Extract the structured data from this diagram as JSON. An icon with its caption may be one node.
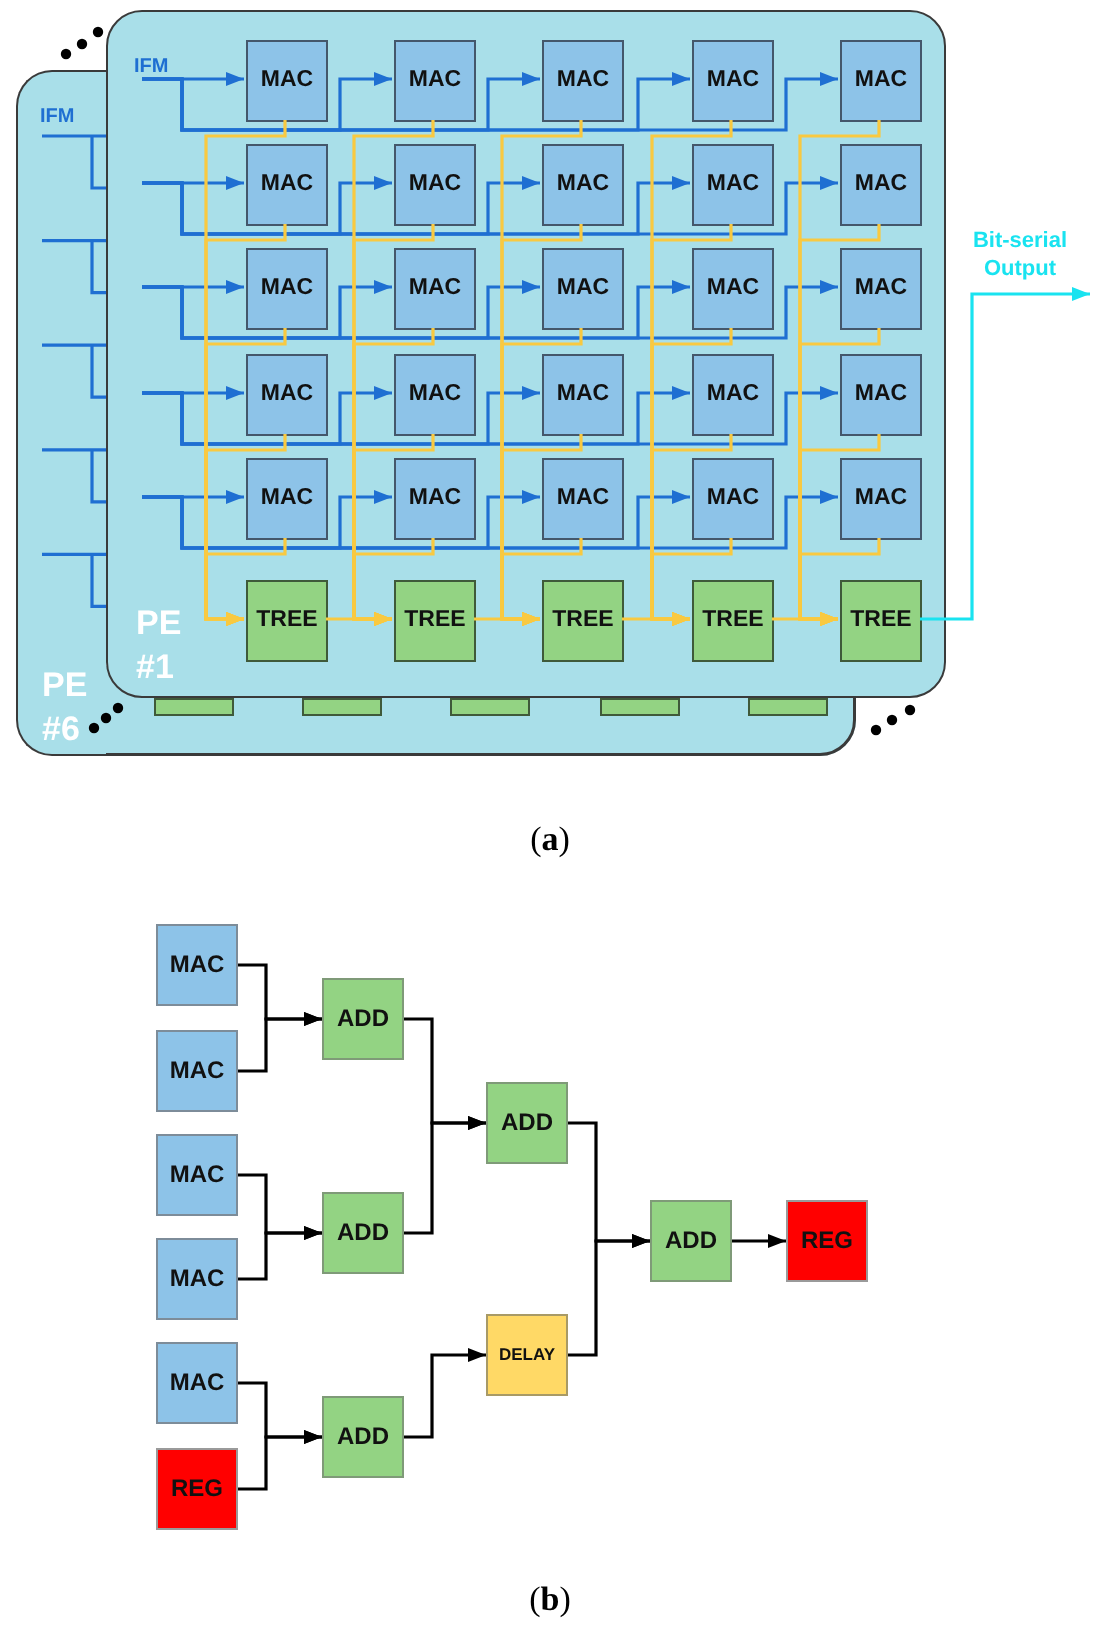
{
  "diagram": {
    "nodes": [
      {
        "text": [
          "PE #6"
        ]
      },
      {
        "text": [
          "PE #1"
        ]
      },
      {
        "text": [
          "MAC"
        ],
        "in": 1
      },
      {
        "text": [
          "MAC"
        ],
        "in": 1
      },
      {
        "text": [
          "MAC"
        ],
        "in": 1
      },
      {
        "text": [
          "MAC"
        ],
        "in": 1
      },
      {
        "text": [
          "MAC"
        ],
        "in": 1
      },
      {
        "text": [
          "MAC"
        ],
        "in": 1
      },
      {
        "text": [
          "MAC"
        ],
        "in": 1
      },
      {
        "text": [
          "MAC"
        ],
        "in": 1
      },
      {
        "text": [
          "MAC"
        ],
        "in": 1
      },
      {
        "text": [
          "MAC"
        ],
        "in": 1
      },
      {
        "text": [
          "MAC"
        ],
        "in": 1
      },
      {
        "text": [
          "MAC"
        ],
        "in": 1
      },
      {
        "text": [
          "MAC"
        ],
        "in": 1
      },
      {
        "text": [
          "MAC"
        ],
        "in": 1
      },
      {
        "text": [
          "MAC"
        ],
        "in": 1
      },
      {
        "text": [
          "MAC"
        ],
        "in": 1
      },
      {
        "text": [
          "MAC"
        ],
        "in": 1
      },
      {
        "text": [
          "MAC"
        ],
        "in": 1
      },
      {
        "text": [
          "MAC"
        ],
        "in": 1
      },
      {
        "text": [
          "MAC"
        ],
        "in": 1
      },
      {
        "text": [
          "MAC"
        ],
        "in": 1
      },
      {
        "text": [
          "MAC"
        ],
        "in": 1
      },
      {
        "text": [
          "MAC"
        ],
        "in": 1
      },
      {
        "text": [
          "MAC"
        ],
        "in": 1
      },
      {
        "text": [
          "MAC"
        ],
        "in": 1
      },
      {
        "text": [
          "TREE"
        ],
        "in": 1
      },
      {
        "text": [
          "TREE"
        ],
        "in": 1
      },
      {
        "text": [
          "TREE"
        ],
        "in": 1
      },
      {
        "text": [
          "TREE"
        ],
        "in": 1
      },
      {
        "text": [
          "TREE"
        ],
        "in": 1
      },
      {
        "text": [],
        "shape": "box"
      },
      {
        "text": [],
        "shape": "box"
      },
      {
        "text": [],
        "shape": "box"
      },
      {
        "text": [],
        "shape": "box"
      },
      {
        "text": [],
        "shape": "box"
      },
      {
        "text": [
          "MAC"
        ]
      },
      {
        "text": [
          "MAC"
        ]
      },
      {
        "text": [
          "MAC"
        ]
      },
      {
        "text": [
          "MAC"
        ]
      },
      {
        "text": [
          "MAC"
        ]
      },
      {
        "text": [
          "REG"
        ]
      },
      {
        "text": [
          "ADD"
        ]
      },
      {
        "text": [
          "ADD"
        ]
      },
      {
        "text": [
          "ADD"
        ]
      },
      {
        "text": [
          "ADD"
        ]
      },
      {
        "text": [
          "DELAY"
        ]
      },
      {
        "text": [
          "ADD"
        ]
      },
      {
        "text": [
          "REG"
        ]
      },
      {
        "text": [
          "IFM"
        ],
        "in": 1
      }
    ],
    "edges": [
      {
        "from": 50,
        "to": 2,
        "arrow": "to",
        "color": "#1f6fd2"
      },
      {
        "from": 50,
        "to": 3,
        "arrow": "to",
        "color": "#1f6fd2"
      },
      {
        "from": 50,
        "to": 4,
        "arrow": "to",
        "color": "#1f6fd2"
      },
      {
        "from": 50,
        "to": 5,
        "arrow": "to",
        "color": "#1f6fd2"
      },
      {
        "from": 50,
        "to": 6,
        "arrow": "to",
        "color": "#1f6fd2"
      },
      {
        "from": null,
        "to": 7,
        "arrow": "to",
        "color": "#1f6fd2"
      },
      {
        "from": null,
        "to": 8,
        "arrow": "to",
        "color": "#1f6fd2"
      },
      {
        "from": null,
        "to": 9,
        "arrow": "to",
        "color": "#1f6fd2"
      },
      {
        "from": null,
        "to": 10,
        "arrow": "to",
        "color": "#1f6fd2"
      },
      {
        "from": null,
        "to": 11,
        "arrow": "to",
        "color": "#1f6fd2"
      },
      {
        "from": null,
        "to": 12,
        "arrow": "to",
        "color": "#1f6fd2"
      },
      {
        "from": null,
        "to": 13,
        "arrow": "to",
        "color": "#1f6fd2"
      },
      {
        "from": null,
        "to": 14,
        "arrow": "to",
        "color": "#1f6fd2"
      },
      {
        "from": null,
        "to": 15,
        "arrow": "to",
        "color": "#1f6fd2"
      },
      {
        "from": null,
        "to": 16,
        "arrow": "to",
        "color": "#1f6fd2"
      },
      {
        "from": null,
        "to": 17,
        "arrow": "to",
        "color": "#1f6fd2"
      },
      {
        "from": null,
        "to": 18,
        "arrow": "to",
        "color": "#1f6fd2"
      },
      {
        "from": null,
        "to": 19,
        "arrow": "to",
        "color": "#1f6fd2"
      },
      {
        "from": null,
        "to": 20,
        "arrow": "to",
        "color": "#1f6fd2"
      },
      {
        "from": null,
        "to": 21,
        "arrow": "to",
        "color": "#1f6fd2"
      },
      {
        "from": null,
        "to": 22,
        "arrow": "to",
        "color": "#1f6fd2"
      },
      {
        "from": null,
        "to": 23,
        "arrow": "to",
        "color": "#1f6fd2"
      },
      {
        "from": null,
        "to": 24,
        "arrow": "to",
        "color": "#1f6fd2"
      },
      {
        "from": null,
        "to": 25,
        "arrow": "to",
        "color": "#1f6fd2"
      },
      {
        "from": null,
        "to": 26,
        "arrow": "to",
        "color": "#1f6fd2"
      },
      {
        "from": 2,
        "to": 27,
        "arrow": "to",
        "color": "#f9c940"
      },
      {
        "from": 3,
        "to": 28,
        "arrow": "to",
        "color": "#f9c940"
      },
      {
        "from": 4,
        "to": 29,
        "arrow": "to",
        "color": "#f9c940"
      },
      {
        "from": 5,
        "to": 30,
        "arrow": "to",
        "color": "#f9c940"
      },
      {
        "from": 6,
        "to": 31,
        "arrow": "to",
        "color": "#f9c940"
      },
      {
        "from": 7,
        "to": 27,
        "arrow": "to",
        "color": "#f9c940"
      },
      {
        "from": 8,
        "to": 28,
        "arrow": "to",
        "color": "#f9c940"
      },
      {
        "from": 9,
        "to": 29,
        "arrow": "to",
        "color": "#f9c940"
      },
      {
        "from": 10,
        "to": 30,
        "arrow": "to",
        "color": "#f9c940"
      },
      {
        "from": 11,
        "to": 31,
        "arrow": "to",
        "color": "#f9c940"
      },
      {
        "from": 12,
        "to": 27,
        "arrow": "to",
        "color": "#f9c940"
      },
      {
        "from": 13,
        "to": 28,
        "arrow": "to",
        "color": "#f9c940"
      },
      {
        "from": 14,
        "to": 29,
        "arrow": "to",
        "color": "#f9c940"
      },
      {
        "from": 15,
        "to": 30,
        "arrow": "to",
        "color": "#f9c940"
      },
      {
        "from": 16,
        "to": 31,
        "arrow": "to",
        "color": "#f9c940"
      },
      {
        "from": 17,
        "to": 27,
        "arrow": "to",
        "color": "#f9c940"
      },
      {
        "from": 18,
        "to": 28,
        "arrow": "to",
        "color": "#f9c940"
      },
      {
        "from": 19,
        "to": 29,
        "arrow": "to",
        "color": "#f9c940"
      },
      {
        "from": 20,
        "to": 30,
        "arrow": "to",
        "color": "#f9c940"
      },
      {
        "from": 21,
        "to": 31,
        "arrow": "to",
        "color": "#f9c940"
      },
      {
        "from": 22,
        "to": 27,
        "arrow": "to",
        "color": "#f9c940"
      },
      {
        "from": 23,
        "to": 28,
        "arrow": "to",
        "color": "#f9c940"
      },
      {
        "from": 24,
        "to": 29,
        "arrow": "to",
        "color": "#f9c940"
      },
      {
        "from": 25,
        "to": 30,
        "arrow": "to",
        "color": "#f9c940"
      },
      {
        "from": 26,
        "to": 31,
        "arrow": "to",
        "color": "#f9c940"
      },
      {
        "from": 27,
        "to": 28,
        "arrow": "to",
        "color": "#f9c940"
      },
      {
        "from": 28,
        "to": 29,
        "arrow": "to",
        "color": "#f9c940"
      },
      {
        "from": 29,
        "to": 30,
        "arrow": "to",
        "color": "#f9c940"
      },
      {
        "from": 30,
        "to": 31,
        "arrow": "to",
        "color": "#f9c940"
      },
      {
        "from": 31,
        "to": null,
        "arrow": "to",
        "label": "Bit-serial Output",
        "color": "#19e3f0"
      },
      {
        "from": 37,
        "to": 43,
        "arrow": "to",
        "color": "#000000"
      },
      {
        "from": 38,
        "to": 43,
        "arrow": "to",
        "color": "#000000"
      },
      {
        "from": 39,
        "to": 44,
        "arrow": "to",
        "color": "#000000"
      },
      {
        "from": 40,
        "to": 44,
        "arrow": "to",
        "color": "#000000"
      },
      {
        "from": 41,
        "to": 45,
        "arrow": "to",
        "color": "#000000"
      },
      {
        "from": 42,
        "to": 45,
        "arrow": "to",
        "color": "#000000"
      },
      {
        "from": 43,
        "to": 46,
        "arrow": "to",
        "color": "#000000"
      },
      {
        "from": 44,
        "to": 46,
        "arrow": "to",
        "color": "#000000"
      },
      {
        "from": 45,
        "to": 47,
        "arrow": "to",
        "color": "#000000"
      },
      {
        "from": 46,
        "to": 48,
        "arrow": "to",
        "color": "#000000"
      },
      {
        "from": 47,
        "to": 48,
        "arrow": "to",
        "color": "#000000"
      },
      {
        "from": 48,
        "to": 49,
        "arrow": "to",
        "color": "#000000"
      }
    ],
    "labels": [
      "IFM",
      "(**a**)",
      "(**b**)"
    ]
  }
}
